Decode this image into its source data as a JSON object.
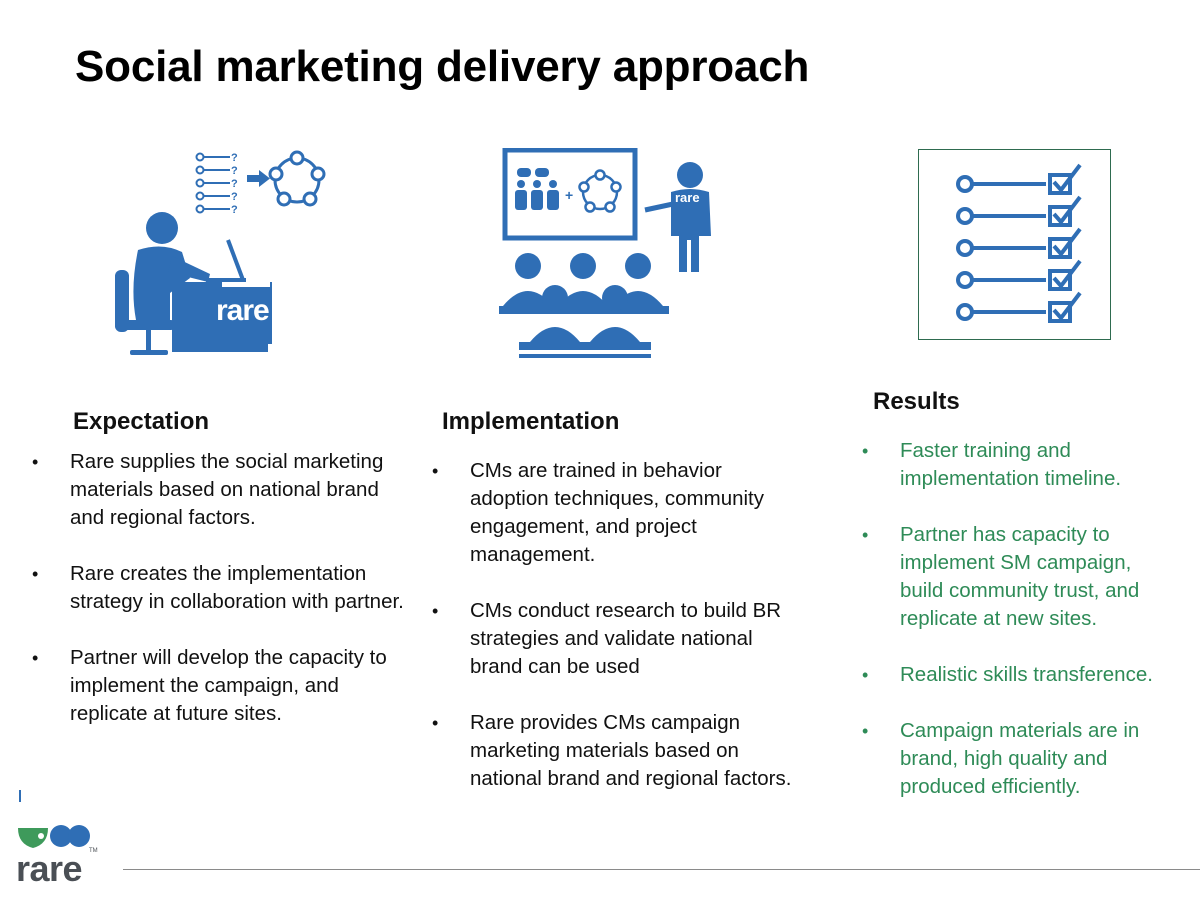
{
  "title": "Social marketing delivery approach",
  "colors": {
    "icon_blue": "#2f6eb5",
    "result_green": "#2e8b57",
    "box_border": "#2e6b4f",
    "logo_green": "#3e9a5b",
    "logo_blue": "#2f6eb5",
    "logo_gray": "#4a4f55"
  },
  "icons": {
    "left": "person-at-desk-laptop-icon",
    "middle": "presentation-classroom-icon",
    "right": "checklist-icon"
  },
  "illustration_labels": {
    "desk": "rare",
    "presenter": "rare",
    "question_mark": "?",
    "plus": "+"
  },
  "columns": {
    "expectation": {
      "heading": "Expectation",
      "items": [
        "Rare supplies the social marketing materials based on national brand and regional factors.",
        "Rare creates the implementation strategy in collaboration with partner.",
        "Partner will develop the capacity to implement the campaign, and replicate at future sites."
      ]
    },
    "implementation": {
      "heading": "Implementation",
      "items": [
        "CMs are trained in behavior adoption techniques, community engagement, and project management.",
        "CMs conduct research to build BR strategies and validate national brand can be used",
        "Rare provides CMs campaign marketing materials based on national brand and regional factors."
      ]
    },
    "results": {
      "heading": "Results",
      "items": [
        "Faster training and implementation timeline.",
        "Partner has capacity to implement SM campaign, build community trust, and replicate at new sites.",
        "Realistic skills transference.",
        "Campaign materials are in brand, high quality and produced efficiently."
      ]
    }
  },
  "logo": {
    "text": "rare",
    "tm": "TM"
  }
}
